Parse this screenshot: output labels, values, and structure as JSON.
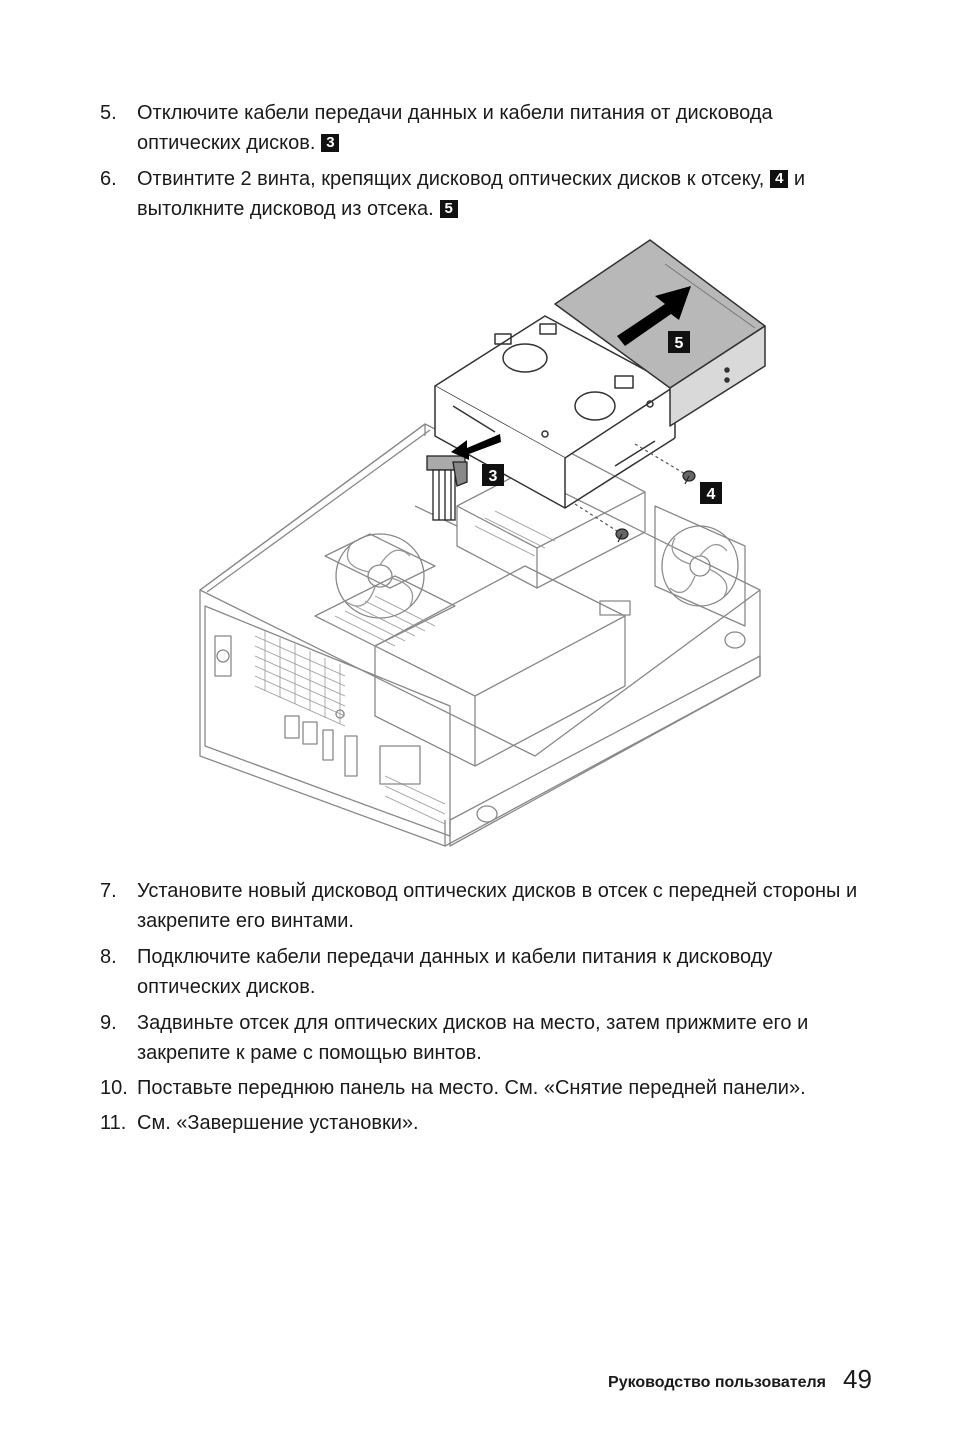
{
  "steps_top": [
    {
      "num": "5.",
      "text": "Отключите кабели передачи данных и кабели питания от дисковода оптических дисков.",
      "badge": "3"
    },
    {
      "num": "6.",
      "text": "Отвинтите 2 винта, крепящих дисковод оптических дисков к отсеку,",
      "badge": "4",
      "text2": "и вытолкните дисковод из отсека.",
      "badge2": "5"
    }
  ],
  "figure": {
    "callouts": [
      "3",
      "4",
      "5"
    ]
  },
  "steps_bottom": [
    {
      "num": "7.",
      "text": "Установите новый дисковод оптических дисков в отсек с передней стороны и закрепите его винтами."
    },
    {
      "num": "8.",
      "text": "Подключите кабели передачи данных и кабели питания к дисководу оптических дисков."
    },
    {
      "num": "9.",
      "text": "Задвиньте отсек для оптических дисков на место, затем прижмите его и закрепите к раме с помощью винтов."
    },
    {
      "num": "10.",
      "text": "Поставьте переднюю панель на место. См. «Снятие передней панели»."
    },
    {
      "num": "11.",
      "text": "См. «Завершение установки»."
    }
  ],
  "footer": {
    "title": "Руководство пользователя",
    "page": "49"
  }
}
